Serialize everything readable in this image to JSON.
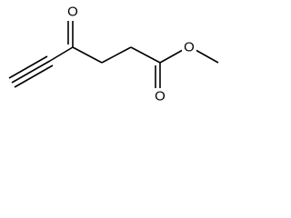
{
  "molecule": {
    "atoms": {
      "ketone_oxygen": "O",
      "carbonyl_oxygen": "O",
      "ester_oxygen": "O"
    }
  }
}
